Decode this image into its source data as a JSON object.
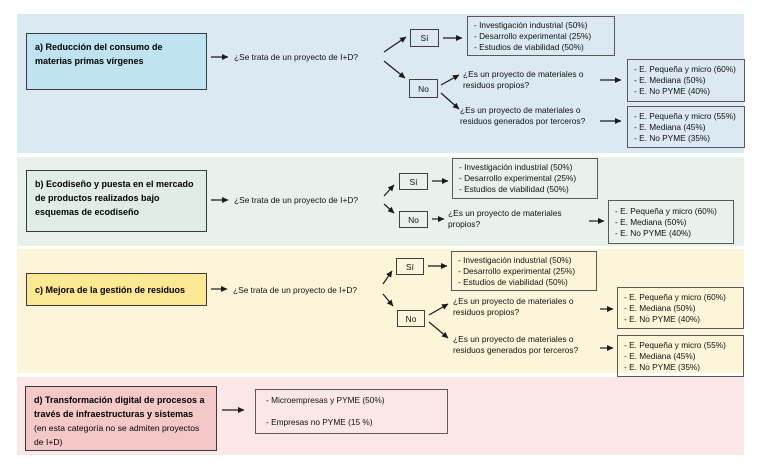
{
  "page": {
    "background": "#ffffff"
  },
  "sections": [
    {
      "id": "a",
      "title": "a) Reducción del consumo de materias primas vírgenes",
      "main_question": "¿Se trata de un proyecto de I+D?",
      "yes_label": "Sí",
      "no_label": "No",
      "yes_result": "- Investigación industrial (50%)\n- Desarrollo experimental (25%)\n- Estudios de viabilidad (50%)",
      "no_question_1": "¿Es un proyecto de materiales o\nresiduos propios?",
      "no_result_1": "- E. Pequeña y micro (60%)\n- E. Mediana (50%)\n- E. No PYME (40%)",
      "no_question_2": "¿Es un proyecto de materiales o\nresiduos generados por terceros?",
      "no_result_2": "- E. Pequeña y micro (55%)\n- E. Mediana (45%)\n- E. No PYME (35%)",
      "colors": {
        "band": "#dbe9f3",
        "title_fill": "#bfe3f0"
      }
    },
    {
      "id": "b",
      "title": "b) Ecodiseño y puesta en el mercado de productos realizados bajo esquemas de ecodiseño",
      "main_question": "¿Se trata de un proyecto de I+D?",
      "yes_label": "Sí",
      "no_label": "No",
      "yes_result": "- Investigación industrial (50%)\n- Desarrollo experimental (25%)\n- Estudios de viabilidad (50%)",
      "no_question_1": "¿Es un proyecto de materiales\npropios?",
      "no_result_1": "- E. Pequeña y micro (60%)\n- E. Mediana (50%)\n- E. No PYME (40%)",
      "colors": {
        "band": "#e9f1eb",
        "title_fill": "#dfede4"
      }
    },
    {
      "id": "c",
      "title": "c) Mejora de la gestión de residuos",
      "main_question": "¿Se trata de un proyecto de I+D?",
      "yes_label": "Sí",
      "no_label": "No",
      "yes_result": "- Investigación industrial (50%)\n- Desarrollo experimental (25%)\n- Estudios de viabilidad (50%)",
      "no_question_1": "¿Es un proyecto de materiales o\nresiduos propios?",
      "no_result_1": "- E. Pequeña y micro (60%)\n- E. Mediana (50%)\n- E. No PYME (40%)",
      "no_question_2": "¿Es un proyecto de materiales o\nresiduos generados por terceros?",
      "no_result_2": "- E. Pequeña y micro (55%)\n- E. Mediana (45%)\n- E. No PYME (35%)",
      "colors": {
        "band": "#fdf5d9",
        "title_fill": "#fbe794"
      }
    },
    {
      "id": "d",
      "title_bold": "d) Transformación digital de procesos a través de infraestructuras y sistemas",
      "title_note": "(en esta categoría no se admiten proyectos de I+D)",
      "result": "- Microempresas y PYME (50%)\n\n- Empresas no PYME (15 %)",
      "colors": {
        "band": "#fbe7e7",
        "title_fill": "#f5c8c8"
      }
    }
  ]
}
